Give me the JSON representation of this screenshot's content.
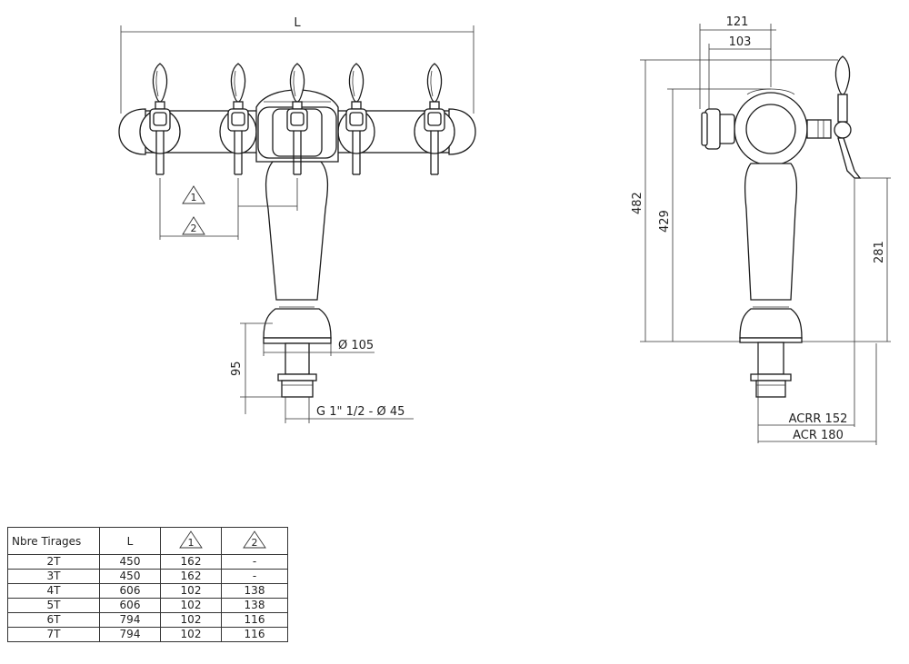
{
  "front_view": {
    "length_label": "L",
    "marker_1": "1",
    "marker_2": "2",
    "base_diameter": "Ø 105",
    "base_height": "95",
    "thread_label": "G 1\" 1/2 - Ø 45"
  },
  "side_view": {
    "dim_top_outer": "121",
    "dim_top_inner": "103",
    "total_height": "482",
    "inner_height": "429",
    "tap_height": "281",
    "footprint_1": "ACRR 152",
    "footprint_2": "ACR 180"
  },
  "table": {
    "headers": [
      "Nbre Tirages",
      "L",
      "1",
      "2"
    ],
    "rows": [
      [
        "2T",
        "450",
        "162",
        "-"
      ],
      [
        "3T",
        "450",
        "162",
        "-"
      ],
      [
        "4T",
        "606",
        "102",
        "138"
      ],
      [
        "5T",
        "606",
        "102",
        "138"
      ],
      [
        "6T",
        "794",
        "102",
        "116"
      ],
      [
        "7T",
        "794",
        "102",
        "116"
      ]
    ]
  }
}
